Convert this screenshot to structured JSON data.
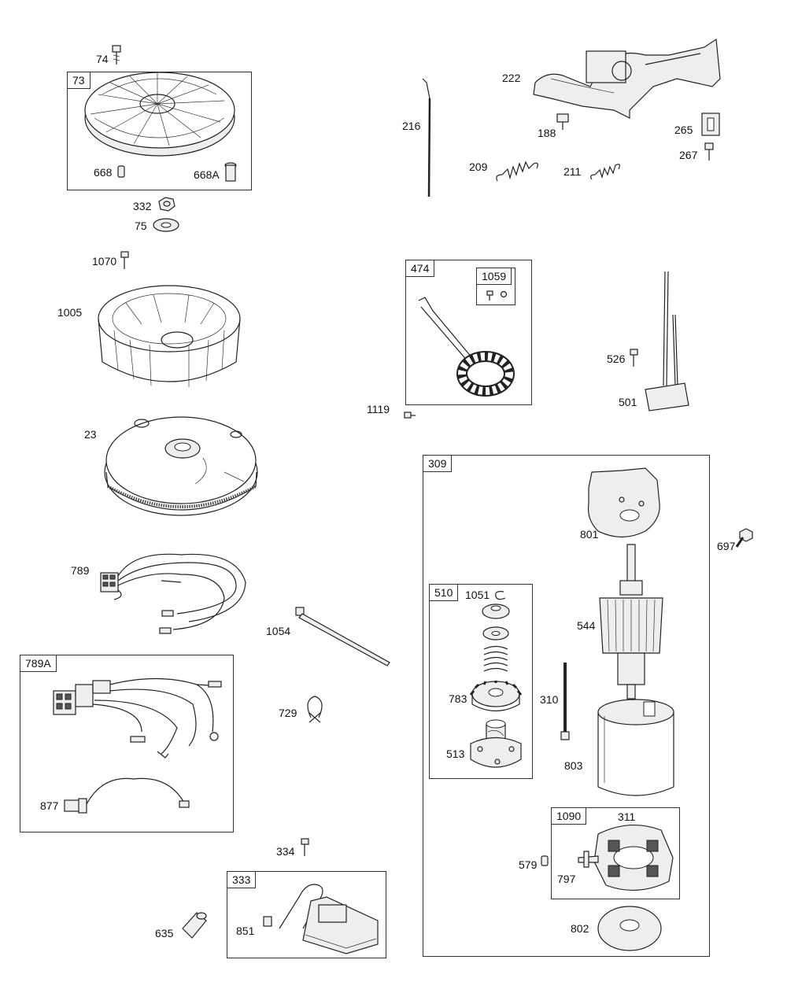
{
  "boxes": {
    "b73": "73",
    "b474": "474",
    "b1059": "1059",
    "b309": "309",
    "b510": "510",
    "b789A": "789A",
    "b1090": "1090",
    "b333": "333"
  },
  "labels": {
    "l74": "74",
    "l668": "668",
    "l668A": "668A",
    "l332": "332",
    "l75": "75",
    "l1070": "1070",
    "l1005": "1005",
    "l23": "23",
    "l789": "789",
    "l1054": "1054",
    "l729": "729",
    "l877": "877",
    "l334": "334",
    "l635": "635",
    "l851": "851",
    "l216": "216",
    "l222": "222",
    "l188": "188",
    "l265": "265",
    "l267": "267",
    "l209": "209",
    "l211": "211",
    "l1119": "1119",
    "l526": "526",
    "l501": "501",
    "l801": "801",
    "l697": "697",
    "l544": "544",
    "l1051": "1051",
    "l783": "783",
    "l310": "310",
    "l513": "513",
    "l803": "803",
    "l311": "311",
    "l579": "579",
    "l797": "797",
    "l802": "802"
  }
}
